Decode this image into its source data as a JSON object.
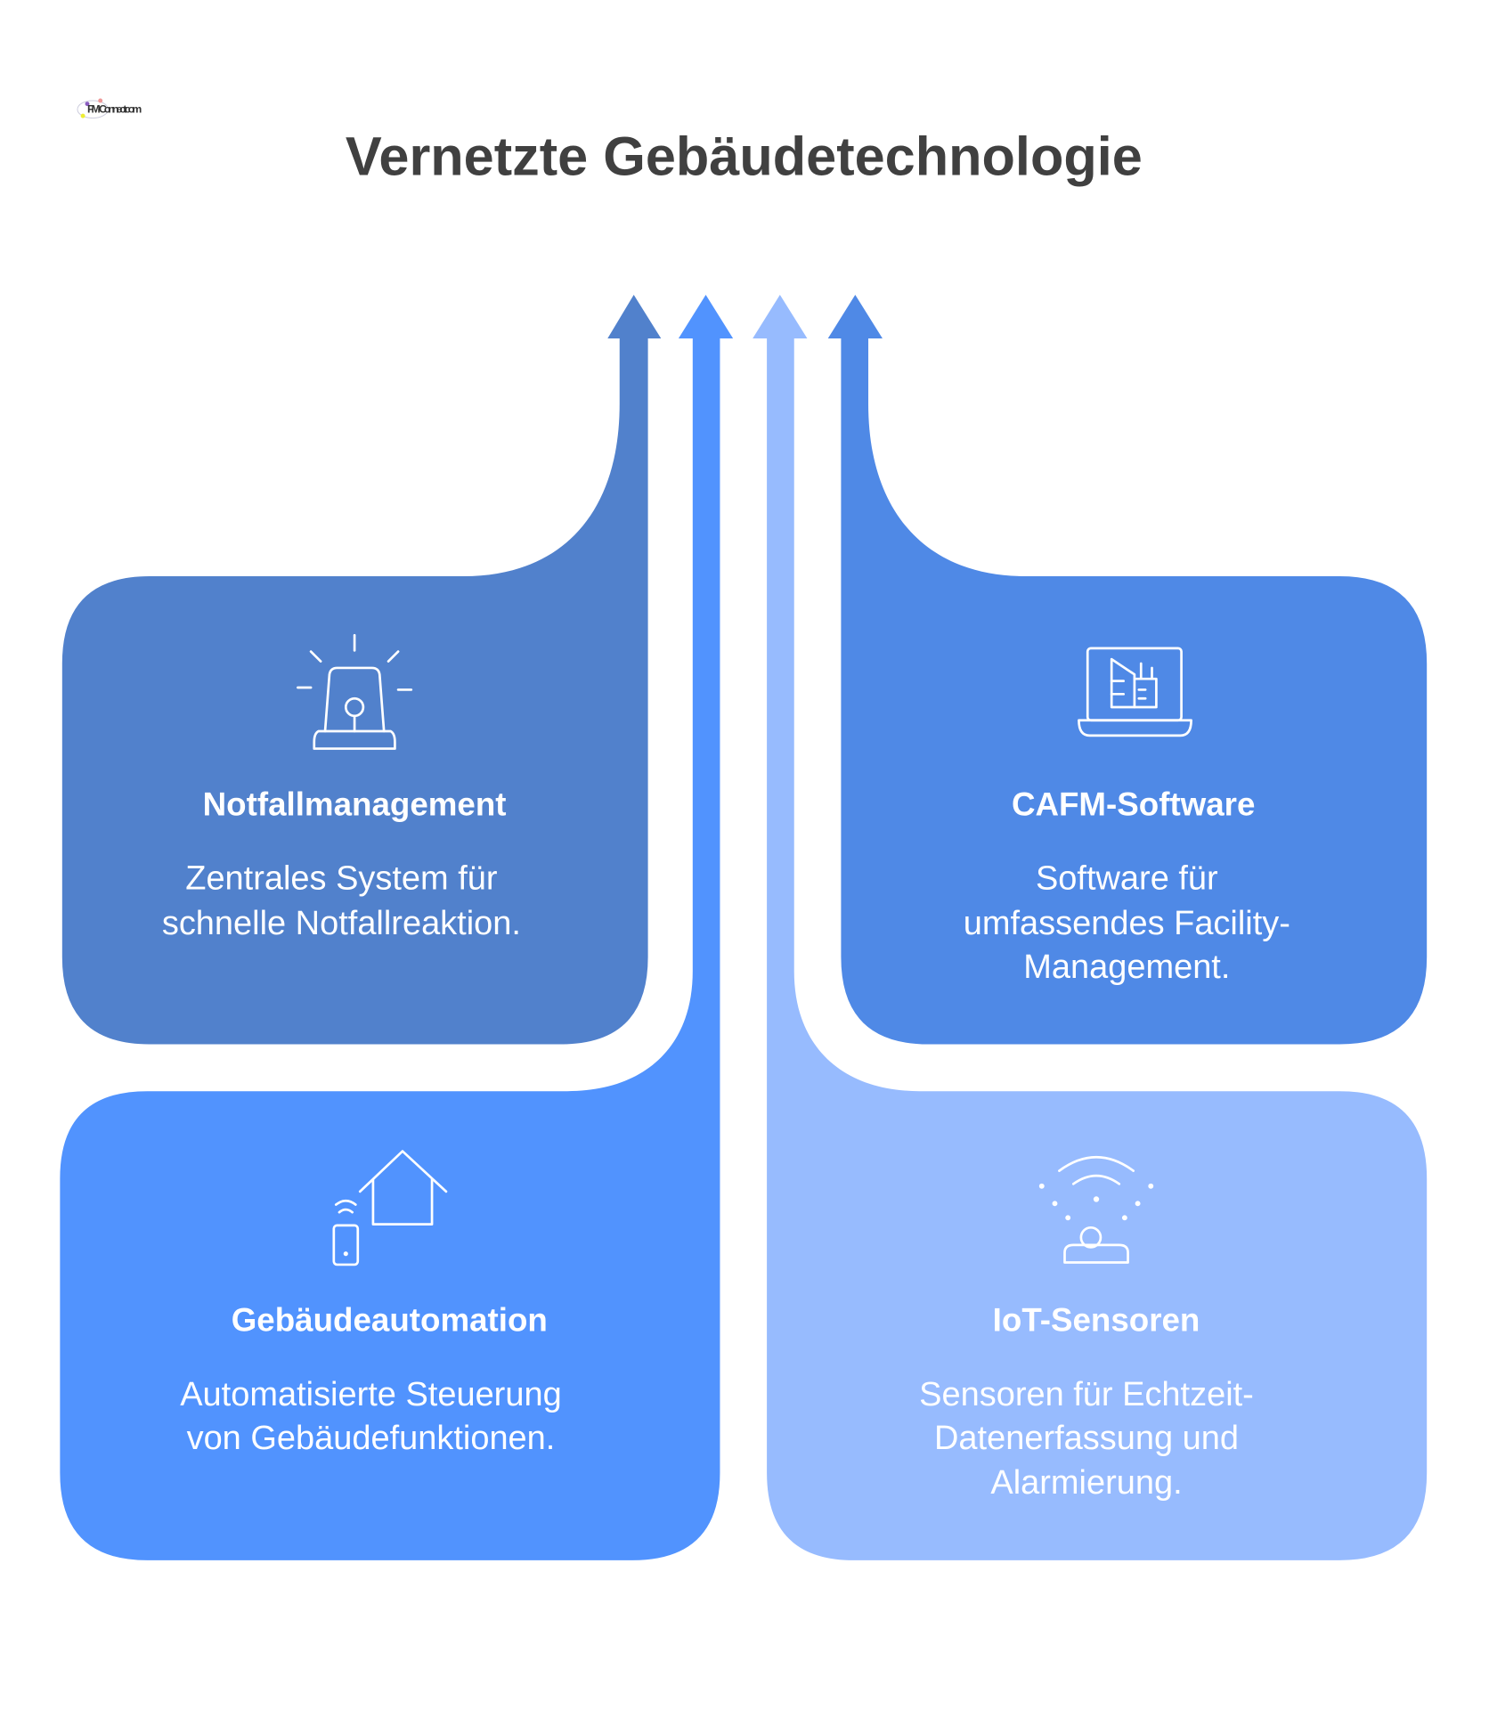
{
  "logo": {
    "text": "FM-Connect.com"
  },
  "title": "Vernetzte Gebäudetechnologie",
  "colors": {
    "card1": "#5181CC",
    "card2": "#5193FE",
    "card3": "#4F89E6",
    "card4": "#97BBFE",
    "title": "#404040"
  },
  "cards": [
    {
      "icon": "siren-icon",
      "title": "Notfallmanagement",
      "lines": [
        "Zentrales System für",
        "schnelle Notfallreaktion."
      ]
    },
    {
      "icon": "laptop-building-icon",
      "title": "CAFM-Software",
      "lines": [
        "Software für",
        "umfassendes Facility-",
        "Management."
      ]
    },
    {
      "icon": "smart-home-icon",
      "title": "Gebäudeautomation",
      "lines": [
        "Automatisierte Steuerung",
        "von Gebäudefunktionen."
      ]
    },
    {
      "icon": "iot-sensor-icon",
      "title": "IoT-Sensoren",
      "lines": [
        "Sensoren für Echtzeit-",
        "Datenerfassung und",
        "Alarmierung."
      ]
    }
  ]
}
